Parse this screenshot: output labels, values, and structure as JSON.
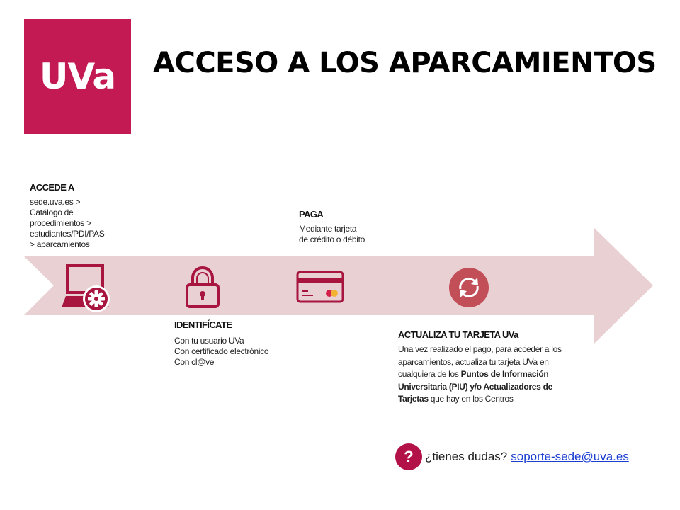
{
  "logo": {
    "text": "UVa",
    "color": "#c41a54"
  },
  "title": "ACCESO A LOS APARCAMIENTOS",
  "colors": {
    "arrow": "#e9d0d3",
    "icon": "#a8153f",
    "refresh": "#c24f57"
  },
  "steps": [
    {
      "title": "ACCEDE A",
      "icon": "laptop-gear-icon",
      "lines": [
        "sede.uva.es >",
        "Catálogo de",
        "procedimientos >",
        "estudiantes/PDI/PAS",
        "> aparcamientos"
      ]
    },
    {
      "title": "IDENTIFÍCATE",
      "icon": "padlock-icon",
      "lines": [
        "Con tu usuario UVa",
        "Con certificado electrónico",
        "Con cl@ve"
      ]
    },
    {
      "title": "PAGA",
      "icon": "credit-card-icon",
      "lines": [
        "Mediante tarjeta",
        "de crédito o débito"
      ]
    },
    {
      "title": "ACTUALIZA TU TARJETA UVa",
      "icon": "refresh-icon",
      "lines_rich": [
        [
          {
            "t": "Una vez realizado el pago, para acceder a los",
            "b": false
          }
        ],
        [
          {
            "t": "aparcamientos, actualiza tu tarjeta UVa en",
            "b": false
          }
        ],
        [
          {
            "t": "cualquiera de los ",
            "b": false
          },
          {
            "t": "Puntos de Información",
            "b": true
          }
        ],
        [
          {
            "t": "Universitaria (PIU) y/o Actualizadores de",
            "b": true
          }
        ],
        [
          {
            "t": "Tarjetas",
            "b": true
          },
          {
            "t": " que hay en los Centros",
            "b": false
          }
        ]
      ]
    }
  ],
  "help": {
    "badge": "?",
    "question": "¿tienes dudas?",
    "email": "soporte-sede@uva.es"
  }
}
